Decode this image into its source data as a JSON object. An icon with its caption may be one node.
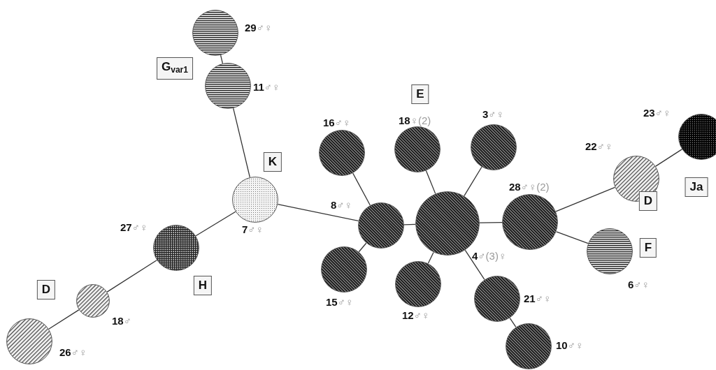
{
  "diagram": {
    "nodes": [
      {
        "text": [],
        "shape": "circle",
        "beside": [
          "**29**♂♀"
        ]
      },
      {
        "text": [],
        "shape": "circle",
        "beside": [
          "**11**♂♀"
        ]
      },
      {
        "text": [],
        "shape": "circle",
        "beside": [
          "**7**♂♀"
        ]
      },
      {
        "text": [],
        "shape": "circle",
        "beside": [
          "**27**♂♀"
        ]
      },
      {
        "text": [],
        "shape": "circle",
        "beside": [
          "**18**♂"
        ]
      },
      {
        "text": [],
        "shape": "circle",
        "beside": [
          "**26**♂♀"
        ]
      },
      {
        "text": [],
        "shape": "circle",
        "beside": [
          "**8**♂♀"
        ]
      },
      {
        "text": [],
        "shape": "circle",
        "beside": [
          "**16**♂♀"
        ]
      },
      {
        "text": [],
        "shape": "circle",
        "beside": [
          "**15**♂♀"
        ]
      },
      {
        "text": [],
        "shape": "circle",
        "beside": [
          "**18**♀(2)"
        ]
      },
      {
        "text": [],
        "shape": "circle",
        "beside": [
          "**4**♂(3)♀"
        ]
      },
      {
        "text": [],
        "shape": "circle",
        "beside": [
          "**3**♂♀"
        ]
      },
      {
        "text": [],
        "shape": "circle",
        "beside": [
          "**12**♂♀"
        ]
      },
      {
        "text": [],
        "shape": "circle",
        "beside": [
          "**21**♂♀"
        ]
      },
      {
        "text": [],
        "shape": "circle",
        "beside": [
          "**10**♂♀"
        ]
      },
      {
        "text": [],
        "shape": "circle",
        "beside": [
          "**28**♂♀(2)"
        ]
      },
      {
        "text": [],
        "shape": "circle",
        "beside": [
          "**22**♂♀"
        ]
      },
      {
        "text": [],
        "shape": "circle",
        "beside": [
          "**23**♂♀"
        ]
      },
      {
        "text": [],
        "shape": "circle",
        "beside": [
          "**6**♂♀"
        ]
      }
    ],
    "edges": [
      {
        "from": 0,
        "to": 1,
        "arrow": "none"
      },
      {
        "from": 1,
        "to": 2,
        "arrow": "none"
      },
      {
        "from": 2,
        "to": 6,
        "arrow": "none"
      },
      {
        "from": 2,
        "to": 3,
        "arrow": "none"
      },
      {
        "from": 3,
        "to": 4,
        "arrow": "none"
      },
      {
        "from": 4,
        "to": 5,
        "arrow": "none"
      },
      {
        "from": 6,
        "to": 7,
        "arrow": "none"
      },
      {
        "from": 6,
        "to": 8,
        "arrow": "none"
      },
      {
        "from": 6,
        "to": 10,
        "arrow": "none"
      },
      {
        "from": 10,
        "to": 9,
        "arrow": "none"
      },
      {
        "from": 10,
        "to": 11,
        "arrow": "none"
      },
      {
        "from": 10,
        "to": 12,
        "arrow": "none"
      },
      {
        "from": 10,
        "to": 13,
        "arrow": "none"
      },
      {
        "from": 13,
        "to": 14,
        "arrow": "none"
      },
      {
        "from": 10,
        "to": 15,
        "arrow": "none"
      },
      {
        "from": 15,
        "to": 16,
        "arrow": "none"
      },
      {
        "from": 16,
        "to": 17,
        "arrow": "none"
      },
      {
        "from": 15,
        "to": 18,
        "arrow": "none"
      }
    ],
    "labels": [
      "G$_{var1}$",
      "E",
      "K",
      "Ja",
      "D",
      "F",
      "H",
      "D"
    ]
  }
}
